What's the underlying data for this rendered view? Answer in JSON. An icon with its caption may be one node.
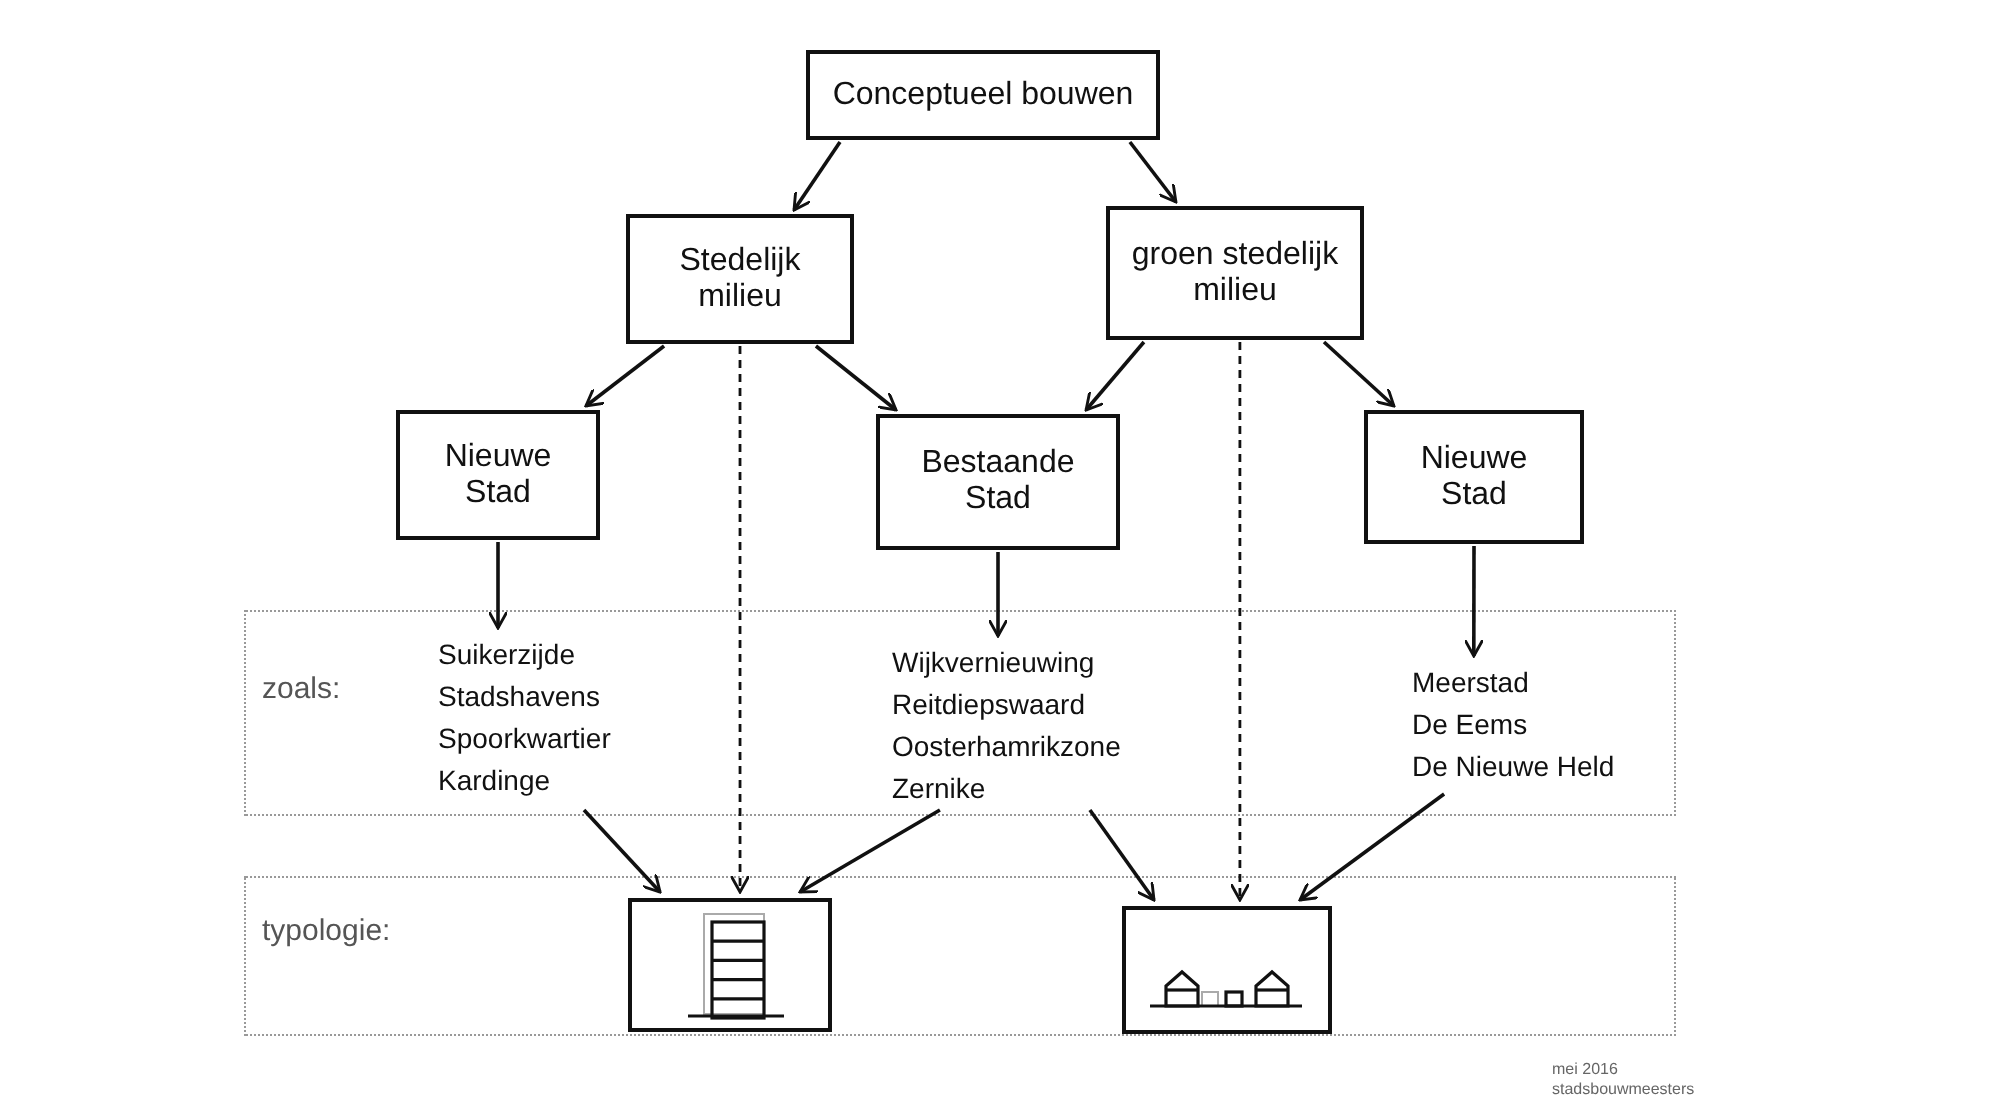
{
  "diagram": {
    "nodes": [
      {
        "text": [
          "Conceptueel bouwen"
        ]
      },
      {
        "text": [
          "Stedelijk milieu"
        ]
      },
      {
        "text": [
          "groen stedelijk milieu"
        ]
      },
      {
        "text": [
          "Nieuwe Stad"
        ]
      },
      {
        "text": [
          "Bestaande Stad"
        ]
      },
      {
        "text": [
          "Nieuwe Stad"
        ]
      },
      {
        "text": [
          "zoals:"
        ]
      },
      {
        "text": [
          "Suikerzijde",
          "Stadshavens",
          "Spoorkwartier",
          "Kardinge"
        ],
        "in": 6
      },
      {
        "text": [
          "Wijkvernieuwing",
          "Reitdiepswaard",
          "Oosterhamrikzone",
          "Zernike"
        ],
        "in": 6
      },
      {
        "text": [
          "Meerstad",
          "De Eems",
          "De Nieuwe Held"
        ],
        "in": 6
      },
      {
        "text": [
          "typologie:"
        ]
      },
      {
        "text": [],
        "shape": "picture",
        "in": 10
      },
      {
        "text": [],
        "shape": "picture",
        "in": 10
      }
    ],
    "edges": [
      {
        "from": 0,
        "to": 1,
        "arrow": "to"
      },
      {
        "from": 0,
        "to": 2,
        "arrow": "to"
      },
      {
        "from": 1,
        "to": 3,
        "arrow": "to"
      },
      {
        "from": 1,
        "to": 4,
        "arrow": "to"
      },
      {
        "from": 2,
        "to": 4,
        "arrow": "to"
      },
      {
        "from": 2,
        "to": 5,
        "arrow": "to"
      },
      {
        "from": 3,
        "to": 7,
        "arrow": "to"
      },
      {
        "from": 4,
        "to": 8,
        "arrow": "to"
      },
      {
        "from": 5,
        "to": 9,
        "arrow": "to"
      },
      {
        "from": 1,
        "to": 11,
        "arrow": "to",
        "style": "dashed"
      },
      {
        "from": 7,
        "to": 11,
        "arrow": "to"
      },
      {
        "from": 8,
        "to": 11,
        "arrow": "to"
      },
      {
        "from": 2,
        "to": 12,
        "arrow": "to",
        "style": "dashed"
      },
      {
        "from": 8,
        "to": 12,
        "arrow": "to"
      },
      {
        "from": 9,
        "to": 12,
        "arrow": "to"
      }
    ],
    "labels": [
      "mei 2016",
      "stadsbouwmeesters"
    ]
  }
}
